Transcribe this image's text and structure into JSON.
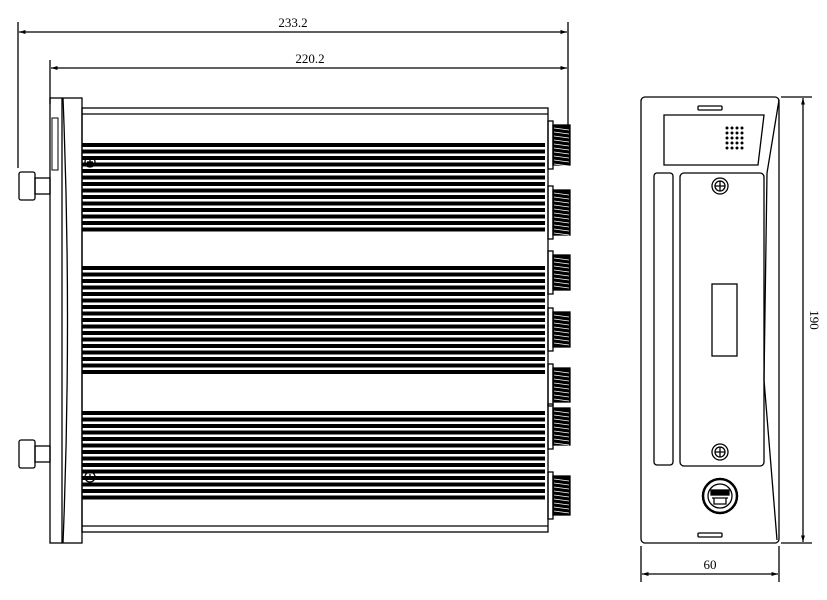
{
  "dimensions": {
    "overall_length": "233.2",
    "body_length": "220.2",
    "height": "190",
    "width": "60"
  },
  "colors": {
    "line": "#000000",
    "background": "#ffffff"
  }
}
